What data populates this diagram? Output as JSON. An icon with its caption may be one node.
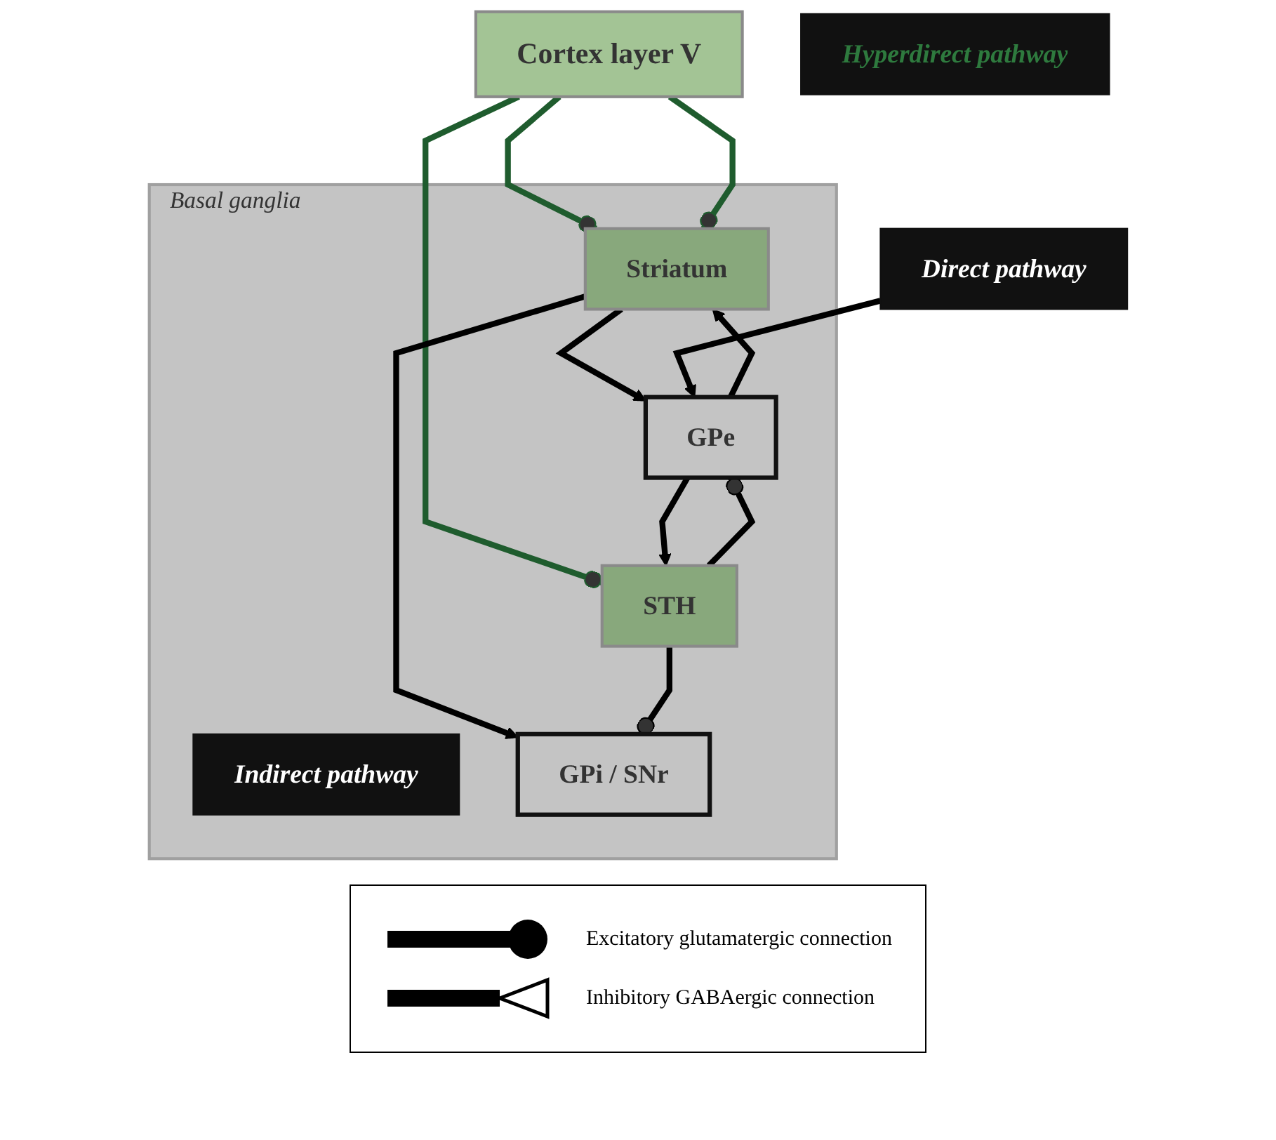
{
  "diagram": {
    "nodes": [
      {
        "text": [
          "Cortex layer V"
        ]
      },
      {
        "text": [
          "Basal ganglia"
        ]
      },
      {
        "text": [
          "Striatum"
        ],
        "in": 1
      },
      {
        "text": [
          "Indirect pathway"
        ],
        "in": 1
      },
      {
        "text": [
          "Direct pathway"
        ]
      },
      {
        "text": [
          "GPe"
        ],
        "in": 1
      },
      {
        "text": [
          "GPi / SNr"
        ],
        "in": 1
      },
      {
        "text": [
          "STH"
        ],
        "in": 1
      },
      {
        "text": [
          "Hyperdirect pathway"
        ]
      }
    ],
    "edges": [
      {
        "from": 0,
        "to": 2,
        "arrow": "other",
        "color": "#1f5c2e"
      },
      {
        "from": 0,
        "to": 2,
        "arrow": "other",
        "color": "#1f5c2e"
      },
      {
        "from": 0,
        "to": 7,
        "arrow": "other",
        "color": "#1f5c2e"
      },
      {
        "from": 2,
        "to": 5,
        "arrow": "to"
      },
      {
        "from": 5,
        "to": 2,
        "arrow": "to"
      },
      {
        "from": 4,
        "to": 5,
        "arrow": "to"
      },
      {
        "from": 2,
        "to": 6,
        "arrow": "to"
      },
      {
        "from": 7,
        "to": 6,
        "arrow": "other"
      },
      {
        "from": 7,
        "to": 5,
        "arrow": "other"
      },
      {
        "from": 5,
        "to": 7,
        "arrow": "to"
      }
    ],
    "legend": [
      {
        "text": "Excitatory glutamatergic connection"
      },
      {
        "text": "Inhibitory GABAergic connection"
      }
    ]
  }
}
